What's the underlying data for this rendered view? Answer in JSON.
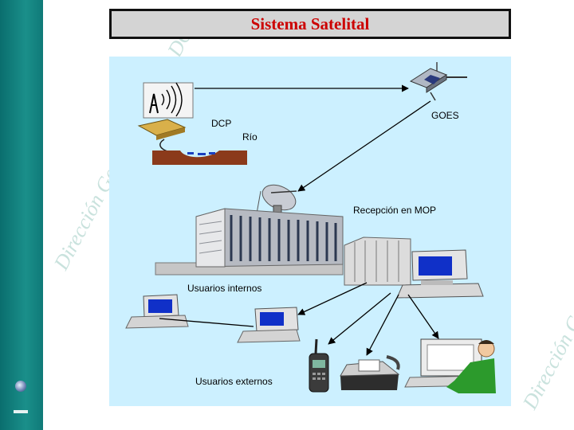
{
  "title": "Sistema Satelital",
  "watermark_text": "Dirección General de Aguas  DGA",
  "labels": {
    "goes": "GOES",
    "dcp": "DCP",
    "rio": "Río",
    "recepcion": "Recepción en MOP",
    "usuarios_internos": "Usuarios internos",
    "usuarios_externos": "Usuarios externos"
  },
  "colors": {
    "title_text": "#cc0000",
    "title_bg": "#d4d4d4",
    "panel_bg": "#ccf0ff",
    "sidebar": "#1a8f8a",
    "screen": "#1030c8"
  },
  "icons": [
    "satellite-icon",
    "dcp-station-icon",
    "river-icon",
    "dish-antenna-icon",
    "building-icon",
    "server-rack-icon",
    "workstation-icon",
    "computer-icon",
    "cellphone-icon",
    "phone-fax-icon",
    "person-at-computer-icon"
  ]
}
